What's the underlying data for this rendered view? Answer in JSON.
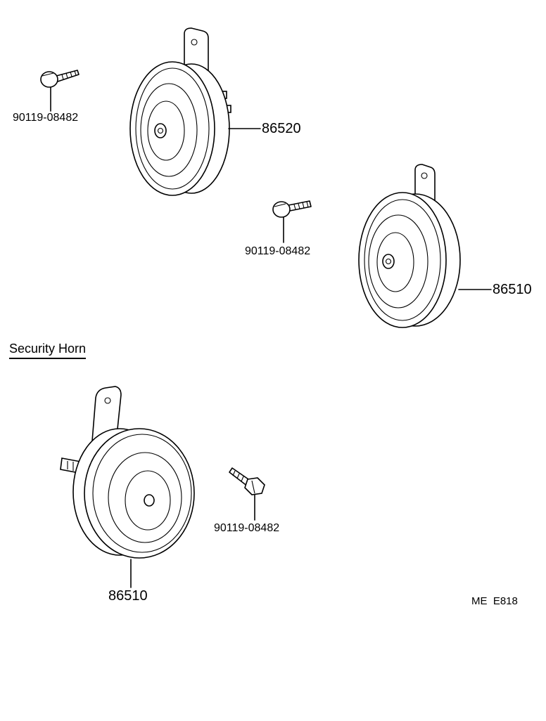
{
  "section_title": "Security Horn",
  "parts": [
    {
      "number": "90119-08482",
      "name": "bolt"
    },
    {
      "number": "86520",
      "name": "horn"
    },
    {
      "number": "90119-08482",
      "name": "bolt"
    },
    {
      "number": "86510",
      "name": "horn"
    },
    {
      "number": "90119-08482",
      "name": "bolt"
    },
    {
      "number": "86510",
      "name": "horn"
    }
  ],
  "diagram_code": "ME  E818"
}
